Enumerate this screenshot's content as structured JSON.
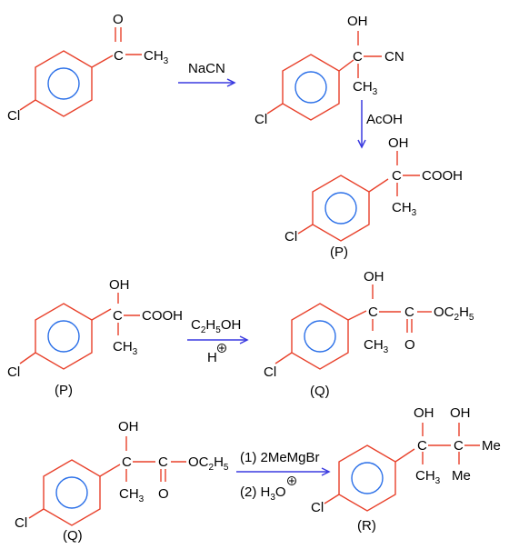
{
  "colors": {
    "bond": "#e8402a",
    "aromatic_circle": "#2a6fe8",
    "arrow": "#3a3ae0",
    "text": "#000000"
  },
  "reaction1": {
    "reactant": {
      "cl": "Cl",
      "carbonyl_o": "O",
      "carbonyl_c": "C",
      "methyl": "CH",
      "methyl_sub": "3"
    },
    "reagent": "NaCN",
    "product": {
      "cl": "Cl",
      "oh": "OH",
      "c": "C",
      "cn": "CN",
      "methyl": "CH",
      "methyl_sub": "3"
    }
  },
  "reaction2": {
    "reagent": "AcOH",
    "product": {
      "cl": "Cl",
      "oh": "OH",
      "c": "C",
      "cooh": "COOH",
      "methyl": "CH",
      "methyl_sub": "3",
      "tag": "(P)"
    }
  },
  "reaction3": {
    "reactant": {
      "cl": "Cl",
      "oh": "OH",
      "c": "C",
      "cooh": "COOH",
      "methyl": "CH",
      "methyl_sub": "3",
      "tag": "(P)"
    },
    "reagent_top": {
      "c": "C",
      "c_sub": "2",
      "h": "H",
      "h_sub": "5",
      "oh": "OH"
    },
    "reagent_bottom": "H",
    "product": {
      "cl": "Cl",
      "oh": "OH",
      "c": "C",
      "c2": "C",
      "o_carbonyl": "O",
      "oc": "OC",
      "oc_sub1": "2",
      "oc_h": "H",
      "oc_sub2": "5",
      "methyl": "CH",
      "methyl_sub": "3",
      "tag": "(Q)"
    }
  },
  "reaction4": {
    "reactant": {
      "cl": "Cl",
      "oh": "OH",
      "c": "C",
      "c2": "C",
      "o_carbonyl": "O",
      "oc": "OC",
      "oc_sub1": "2",
      "oc_h": "H",
      "oc_sub2": "5",
      "methyl": "CH",
      "methyl_sub": "3",
      "tag": "(Q)"
    },
    "reagent_top": "(1) 2MeMgBr",
    "reagent_bottom": {
      "prefix": "(2) H",
      "sub": "3",
      "o": "O"
    },
    "product": {
      "cl": "Cl",
      "oh1": "OH",
      "oh2": "OH",
      "c1": "C",
      "c2": "C",
      "me_right": "Me",
      "methyl": "CH",
      "methyl_sub": "3",
      "me_bottom": "Me",
      "tag": "(R)"
    }
  }
}
